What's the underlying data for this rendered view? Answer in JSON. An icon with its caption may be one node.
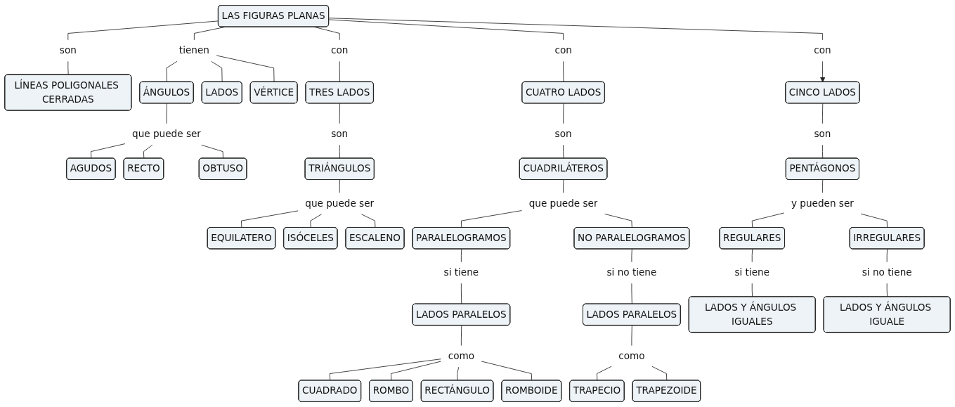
{
  "diagram": {
    "nodes": [
      {
        "text": [
          "LAS FIGURAS PLANAS"
        ]
      },
      {
        "text": [
          "son"
        ]
      },
      {
        "text": [
          "tienen"
        ]
      },
      {
        "text": [
          "con"
        ]
      },
      {
        "text": [
          "con"
        ]
      },
      {
        "text": [
          "con"
        ]
      },
      {
        "text": [
          "LÍNEAS POLIGONALES CERRADAS"
        ]
      },
      {
        "text": [
          "ÁNGULOS"
        ]
      },
      {
        "text": [
          "LADOS"
        ]
      },
      {
        "text": [
          "VÉRTICE"
        ]
      },
      {
        "text": [
          "TRES LADOS"
        ]
      },
      {
        "text": [
          "CUATRO LADOS"
        ]
      },
      {
        "text": [
          "CINCO LADOS"
        ]
      },
      {
        "text": [
          "que puede ser"
        ]
      },
      {
        "text": [
          "son"
        ]
      },
      {
        "text": [
          "son"
        ]
      },
      {
        "text": [
          "son"
        ]
      },
      {
        "text": [
          "AGUDOS"
        ]
      },
      {
        "text": [
          "RECTO"
        ]
      },
      {
        "text": [
          "OBTUSO"
        ]
      },
      {
        "text": [
          "TRIÁNGULOS"
        ]
      },
      {
        "text": [
          "CUADRILÁTEROS"
        ]
      },
      {
        "text": [
          "PENTÁGONOS"
        ]
      },
      {
        "text": [
          "que puede ser"
        ]
      },
      {
        "text": [
          "que puede ser"
        ]
      },
      {
        "text": [
          "y pueden ser"
        ]
      },
      {
        "text": [
          "EQUILATERO"
        ]
      },
      {
        "text": [
          "ISÓCELES"
        ]
      },
      {
        "text": [
          "ESCALENO"
        ]
      },
      {
        "text": [
          "PARALELOGRAMOS"
        ]
      },
      {
        "text": [
          "NO PARALELOGRAMOS"
        ]
      },
      {
        "text": [
          "REGULARES"
        ]
      },
      {
        "text": [
          "IRREGULARES"
        ]
      },
      {
        "text": [
          "si tiene"
        ]
      },
      {
        "text": [
          "si no tiene"
        ]
      },
      {
        "text": [
          "si tiene"
        ]
      },
      {
        "text": [
          "si no tiene"
        ]
      },
      {
        "text": [
          "LADOS PARALELOS"
        ]
      },
      {
        "text": [
          "LADOS PARALELOS"
        ]
      },
      {
        "text": [
          "LADOS Y ÁNGULOS IGUALES"
        ]
      },
      {
        "text": [
          "LADOS Y ÁNGULOS IGUALE"
        ]
      },
      {
        "text": [
          "como"
        ]
      },
      {
        "text": [
          "como"
        ]
      },
      {
        "text": [
          "CUADRADO"
        ]
      },
      {
        "text": [
          "ROMBO"
        ]
      },
      {
        "text": [
          "RECTÁNGULO"
        ]
      },
      {
        "text": [
          "ROMBOIDE"
        ]
      },
      {
        "text": [
          "TRAPECIO"
        ]
      },
      {
        "text": [
          "TRAPEZOIDE"
        ]
      }
    ],
    "edges": [
      {
        "from": 0,
        "to": 1,
        "arrow": "none"
      },
      {
        "from": 1,
        "to": 6,
        "arrow": "none"
      },
      {
        "from": 0,
        "to": 2,
        "arrow": "none"
      },
      {
        "from": 2,
        "to": 7,
        "arrow": "none"
      },
      {
        "from": 2,
        "to": 8,
        "arrow": "none"
      },
      {
        "from": 2,
        "to": 9,
        "arrow": "none"
      },
      {
        "from": 0,
        "to": 3,
        "arrow": "none"
      },
      {
        "from": 3,
        "to": 10,
        "arrow": "none"
      },
      {
        "from": 0,
        "to": 4,
        "arrow": "none"
      },
      {
        "from": 4,
        "to": 11,
        "arrow": "none"
      },
      {
        "from": 0,
        "to": 5,
        "arrow": "none"
      },
      {
        "from": 5,
        "to": 12,
        "arrow": "to"
      },
      {
        "from": 7,
        "to": 13,
        "arrow": "none"
      },
      {
        "from": 13,
        "to": 17,
        "arrow": "none"
      },
      {
        "from": 13,
        "to": 18,
        "arrow": "none"
      },
      {
        "from": 13,
        "to": 19,
        "arrow": "none"
      },
      {
        "from": 10,
        "to": 14,
        "arrow": "none"
      },
      {
        "from": 14,
        "to": 20,
        "arrow": "none"
      },
      {
        "from": 11,
        "to": 15,
        "arrow": "none"
      },
      {
        "from": 15,
        "to": 21,
        "arrow": "none"
      },
      {
        "from": 12,
        "to": 16,
        "arrow": "none"
      },
      {
        "from": 16,
        "to": 22,
        "arrow": "none"
      },
      {
        "from": 20,
        "to": 23,
        "arrow": "none"
      },
      {
        "from": 23,
        "to": 26,
        "arrow": "none"
      },
      {
        "from": 23,
        "to": 27,
        "arrow": "none"
      },
      {
        "from": 23,
        "to": 28,
        "arrow": "none"
      },
      {
        "from": 21,
        "to": 24,
        "arrow": "none"
      },
      {
        "from": 24,
        "to": 29,
        "arrow": "none"
      },
      {
        "from": 24,
        "to": 30,
        "arrow": "none"
      },
      {
        "from": 22,
        "to": 25,
        "arrow": "none"
      },
      {
        "from": 25,
        "to": 31,
        "arrow": "none"
      },
      {
        "from": 25,
        "to": 32,
        "arrow": "none"
      },
      {
        "from": 29,
        "to": 33,
        "arrow": "none"
      },
      {
        "from": 33,
        "to": 37,
        "arrow": "none"
      },
      {
        "from": 30,
        "to": 34,
        "arrow": "none"
      },
      {
        "from": 34,
        "to": 38,
        "arrow": "none"
      },
      {
        "from": 31,
        "to": 35,
        "arrow": "none"
      },
      {
        "from": 35,
        "to": 39,
        "arrow": "none"
      },
      {
        "from": 32,
        "to": 36,
        "arrow": "none"
      },
      {
        "from": 36,
        "to": 40,
        "arrow": "none"
      },
      {
        "from": 37,
        "to": 41,
        "arrow": "none"
      },
      {
        "from": 41,
        "to": 43,
        "arrow": "none"
      },
      {
        "from": 41,
        "to": 44,
        "arrow": "none"
      },
      {
        "from": 41,
        "to": 45,
        "arrow": "none"
      },
      {
        "from": 41,
        "to": 46,
        "arrow": "none"
      },
      {
        "from": 38,
        "to": 42,
        "arrow": "none"
      },
      {
        "from": 42,
        "to": 47,
        "arrow": "none"
      },
      {
        "from": 42,
        "to": 48,
        "arrow": "none"
      }
    ]
  }
}
